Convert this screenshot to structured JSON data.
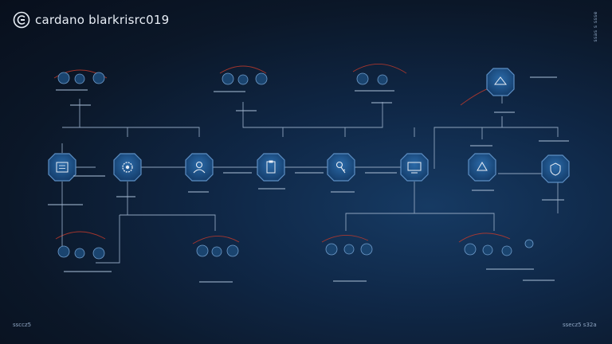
{
  "brand": {
    "name": "cardano blarkrisrc019"
  },
  "corner": {
    "bottom_left": "ssccz5",
    "bottom_right": "ssecz5 s32a"
  },
  "vertical_text": "ssas s ssse",
  "icons": {
    "main": "gear-icon"
  },
  "colors": {
    "background": "#0b1728",
    "node_fill": "#1c4f86",
    "node_stroke": "#5d8fc4",
    "line": "#8ea3bd",
    "accent": "#c0392b"
  }
}
